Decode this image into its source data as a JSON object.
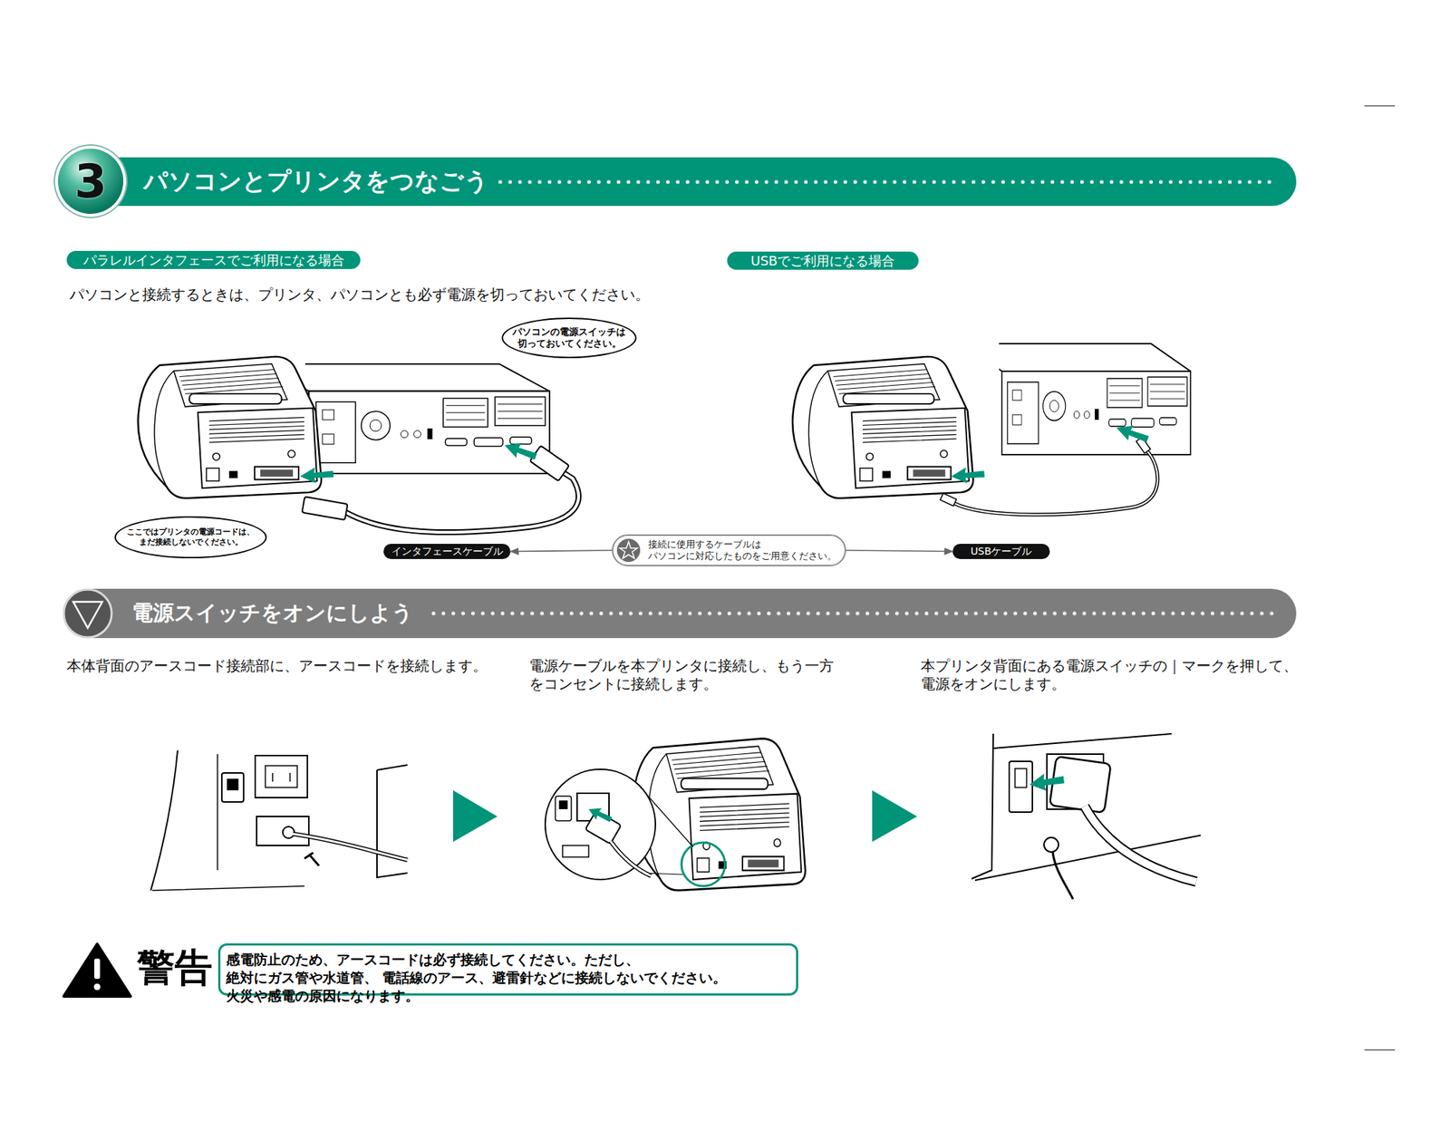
{
  "diagram": {
    "nodes": [
      {
        "text": [
          "3"
        ]
      },
      {
        "text": [
          "パソコンとプリンタをつなごう"
        ]
      },
      {
        "text": [
          "パラレルインタフェースでご利用になる場合"
        ]
      },
      {
        "text": [
          "USBでご利用になる場合"
        ]
      },
      {
        "text": [
          "パソコンの電源スイッチは 切っておいてください。"
        ]
      },
      {
        "text": [
          "ここではプリンタの電源コードは、 まだ接続しないでください。"
        ]
      },
      {
        "text": [
          "インタフェースケーブル"
        ]
      },
      {
        "text": [
          "接続に使用するケーブルは パソコンに対応したものをご用意ください。"
        ]
      },
      {
        "text": [
          "USBケーブル"
        ]
      },
      {
        "text": [
          "電源スイッチをオンにしよう"
        ]
      },
      {
        "text": [
          "警告",
          "感電防止のため、アースコードは必ず接続してください。ただし、絶対にガス管や水道管、 電話線のアース、避雷針などに接続しないでください。火災や感電の原因になります。"
        ]
      }
    ],
    "edges": [
      {
        "from": 7,
        "to": 6,
        "arrow": "to"
      },
      {
        "from": 7,
        "to": 8,
        "arrow": "to"
      }
    ],
    "labels": [
      "パソコンと接続するときは、プリンタ、パソコンとも必ず電源を切っておいてください。",
      "本体背面のアースコード接続部に、アースコードを接続します。",
      "電源ケーブルを本プリンタに接続し、もう一方 をコンセントに接続します。",
      "本プリンタ背面にある電源スイッチの｜マークを押して、 電源をオンにします。"
    ]
  }
}
